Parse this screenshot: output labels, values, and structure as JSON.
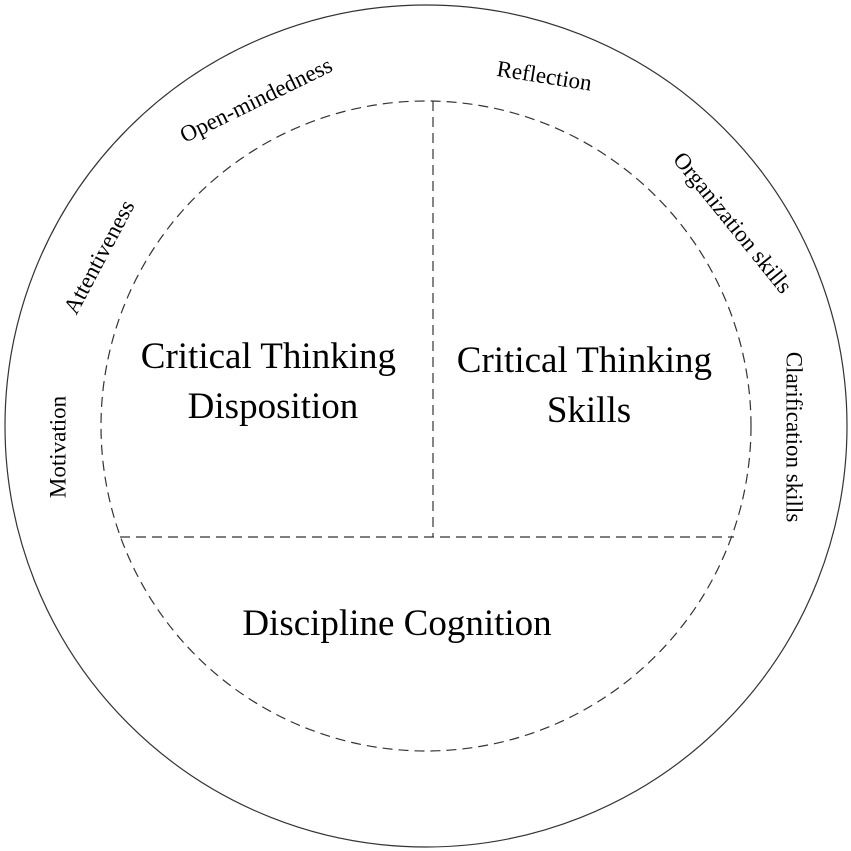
{
  "diagram": {
    "regions": {
      "disposition": [
        "Critical Thinking",
        "Disposition"
      ],
      "skills": [
        "Critical Thinking",
        "Skills"
      ],
      "cognition": "Discipline Cognition"
    },
    "ring_labels": {
      "motivation": "Motivation",
      "attentiveness": "Attentiveness",
      "open_mindedness": "Open-mindedness",
      "reflection": "Reflection",
      "organization_skills": "Organization skills",
      "clarification_skills": "Clarification skills"
    },
    "colors": {
      "stroke": "#333333",
      "text": "#000000",
      "background": "#ffffff"
    }
  }
}
